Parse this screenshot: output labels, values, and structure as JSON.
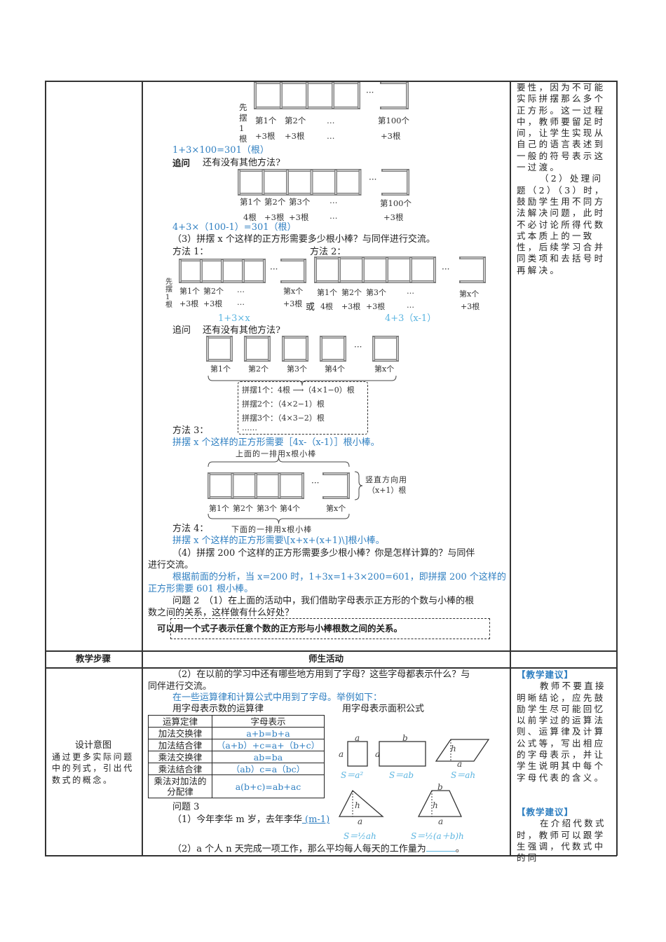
{
  "top": {
    "d1": {
      "start_label": "先摆1根",
      "labels": [
        "第1个",
        "第2个",
        "…",
        "第100个"
      ],
      "adds": [
        "+3根",
        "+3根",
        "…",
        "+3根"
      ]
    },
    "ans1": "1+3×100=301（根）",
    "ask_label": "追问",
    "ask_text": "还有没有其他方法?",
    "d2": {
      "labels": [
        "第1个",
        "第2个",
        "第3个",
        "…",
        "第100个"
      ],
      "adds": [
        "4根",
        "+3根",
        "+3根",
        "…",
        "+3根"
      ]
    },
    "ans2": "4+3×（100-1）=301（根）",
    "q3": "（3）拼摆 x 个这样的正方形需要多少根小棒？与同伴进行交流。",
    "m1_title": "方法 1：",
    "m2_title": "方法 2：",
    "m1": {
      "start_label": "先摆1根",
      "labels": [
        "第1个",
        "第2个",
        "…",
        "第x个"
      ],
      "adds": [
        "+3根",
        "+3根",
        "…",
        "+3根"
      ],
      "formula": "1+3×x"
    },
    "or_label": "或",
    "m2": {
      "labels": [
        "第1个",
        "第2个",
        "第3个",
        "…",
        "第x个"
      ],
      "adds": [
        "4根",
        "+3根",
        "+3根",
        "…",
        "+3根"
      ],
      "formula": "4+3（x-1）"
    },
    "ask2_label": "追问",
    "ask2_text": "还有没有其他方法?",
    "m3_diag": {
      "labels": [
        "第1个",
        "第2个",
        "第3个",
        "第4个",
        "第x个"
      ],
      "box": [
        "拼摆1个：4根 ⟶（4×1−0）根",
        "拼摆2个：（4×2−1）根",
        "拼摆3个：（4×3−2）根",
        "……"
      ]
    },
    "m3_title": "方法 3：",
    "m3_text": "拼摆 x 个这样的正方形需要［4x-（x-1）］根小棒。",
    "m4_diag": {
      "top": "上面的一排用x根小棒",
      "right1": "竖直方向用",
      "right2": "（x+1）根",
      "labels": [
        "第1个",
        "第2个",
        "第3个",
        "第4个",
        "第x个"
      ],
      "bottom": "下面的一排用x根小棒"
    },
    "m4_title": "方法 4：",
    "m4_text": "拼摆 x 个这样的正方形需要\\[x+x+(x+1)\\]根小棒。",
    "q4_l1": "（4）拼摆 200 个这样的正方形需要多少根小棒？你是怎样计算的？与同伴",
    "q4_l2": "进行交流。",
    "a4_l1": "根据前面的分析，当 x=200 时，1+3x=1+3×200=601，即拼摆 200 个这样的",
    "a4_l2": "正方形需要 601 根小棒。",
    "p2_l1": "问题 2　（1）在上面的活动中，我们借助字母表示正方形的个数与小棒的根",
    "p2_l2": "数之间的关系，这样做有什么好处？",
    "p2_answer": "可以用一个式子表示任意个数的正方形与小棒根数之间的关系。",
    "side": "要性，因为不可能实际拼摆那么多个正方形。这一过程中，教师要留足时间，让学生实现从自己的语言表述到一般的符号表示这一过渡。",
    "side2": "（2）处理问题（2）（3）时，鼓励学生用不同方法解决问题，此时不必讨论所得代数式本质上的一致性，后续学习合并同类项和去括号时再解决。"
  },
  "header": {
    "col1": "教学步骤",
    "col2": "师生活动"
  },
  "bottom": {
    "design_title": "设计意图",
    "design_text": "通过更多实际问题中的列式，引出代数式的概念。",
    "q2_l1": "（2）在以前的学习中还有哪些地方用到了字母？这些字母都表示什么？与",
    "q2_l2": "同伴进行交流。",
    "a2": "在一些运算律和计算公式中用到了字母。举例如下：",
    "laws_title": "用字母表示数的运算律",
    "area_title": "用字母表示面积公式",
    "laws_header": [
      "运算定律",
      "字母表示"
    ],
    "laws": [
      [
        "加法交换律",
        "a+b=b+a"
      ],
      [
        "加法结合律",
        "（a+b）+c=a+（b+c）"
      ],
      [
        "乘法交换律",
        "ab=ba"
      ],
      [
        "乘法结合律",
        "（ab）c=a（bc）"
      ],
      [
        "乘法对加法的分配律",
        "a(b+c)=ab+ac"
      ]
    ],
    "shapes": {
      "square": {
        "side_top": "a",
        "side_left": "a",
        "formula": "S＝a²"
      },
      "rect": {
        "side_top": "b",
        "side_left": "a",
        "formula": "S＝ab"
      },
      "para": {
        "h": "h",
        "base": "a",
        "formula": "S＝ah"
      },
      "tri": {
        "h": "h",
        "base": "a",
        "formula": "S＝½ah"
      },
      "trap": {
        "top": "b",
        "h": "h",
        "base": "a",
        "formula": "S＝½(a＋b)h"
      }
    },
    "p3_title": "问题 3",
    "p3_1": "（1）今年李华 m 岁，去年李华",
    "p3_1_answer": " (m-1)",
    "p3_2": "（2）a 个人 n 天完成一项工作，那么平均每人每天的工作量为",
    "p3_2_end": "。",
    "tip_tag": "【教学建议】",
    "tip1": "教师不要直接明晰结论，应先鼓励学生尽可能回忆以前学过的运算法则、运算律及计算公式等，写出相应的字母表示，并让学生说明其中每个字母代表的含义。",
    "tip2": "在介绍代数式时，教师可以跟学生强调，代数式中的同"
  },
  "colors": {
    "accent": "#2f7fc1",
    "formula": "#5ab4e0",
    "border": "#333333"
  }
}
